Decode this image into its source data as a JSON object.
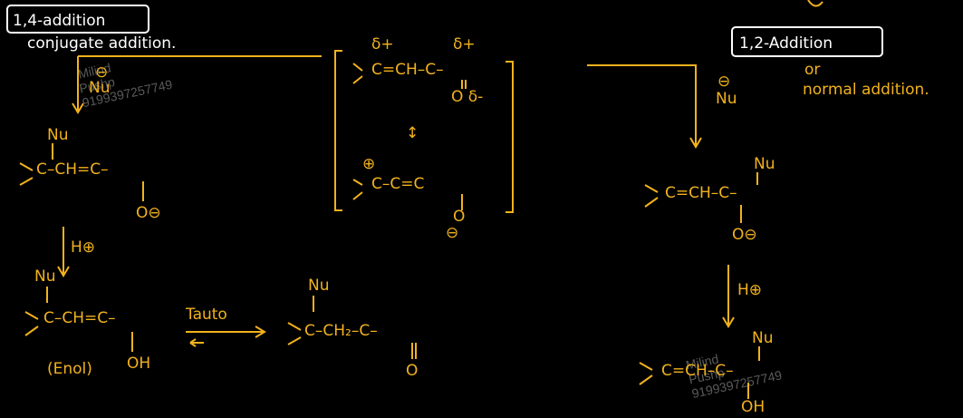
{
  "colors": {
    "background": "#000000",
    "ink_white": "#ffffff",
    "ink_yellow": "#f2b21d",
    "watermark": "#5a5a5a"
  },
  "headings": {
    "left_boxed": "1,4-addition",
    "left_sub": "conjugate addition.",
    "right_boxed": "1,2-Addition",
    "right_or": "or",
    "right_sub": "normal addition."
  },
  "reagents": {
    "nu_left": "Nu",
    "nu_left_charge": "⊖",
    "nu_right": "Nu",
    "nu_right_charge": "⊖",
    "h_left": "H⊕",
    "h_right": "H⊕",
    "tauto": "Tauto"
  },
  "center_structures": {
    "delta_plus_1": "δ+",
    "delta_plus_2": "δ+",
    "top_formula": "C=CH–C–",
    "delta_minus": "O δ-",
    "resonance_arrow": "↕",
    "bottom_charge": "⊕",
    "bottom_formula": "C–C=C",
    "bottom_oxygen": "O",
    "bottom_o_charge": "⊖"
  },
  "left_structures": {
    "s1_nu": "Nu",
    "s1_formula": "C–CH=C–",
    "s1_oxygen": "O⊖",
    "s2_nu": "Nu",
    "s2_formula": "C–CH=C–",
    "s2_oh": "OH",
    "s2_label": "(Enol)",
    "s3_nu": "Nu",
    "s3_formula": "C–CH₂–C–",
    "s3_oxygen": "O"
  },
  "right_structures": {
    "s1_nu": "Nu",
    "s1_formula": "C=CH–C–",
    "s1_oxygen": "O⊖",
    "s2_nu": "Nu",
    "s2_formula": "C=CH–C–",
    "s2_oh": "OH"
  },
  "watermarks": {
    "wm1_line1": "Milind",
    "wm1_line2": "Pushp",
    "wm1_line3": "9199397257749",
    "wm2_line1": "Milind",
    "wm2_line2": "Pushp",
    "wm2_line3": "9199397257749"
  }
}
